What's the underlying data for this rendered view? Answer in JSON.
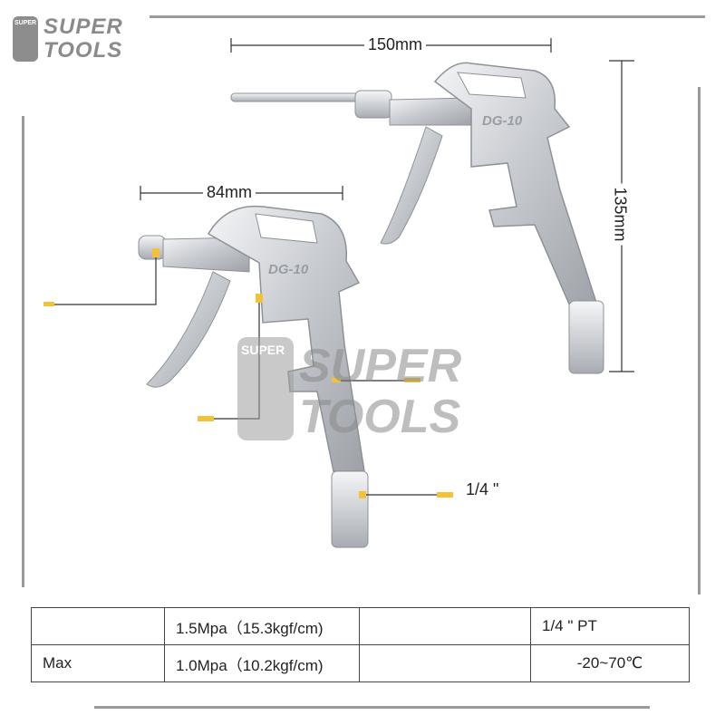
{
  "logo": {
    "small": "SUPER",
    "line1": "SUPER",
    "line2": "TOOLS"
  },
  "watermark": {
    "small": "SUPER",
    "line1": "SUPER",
    "line2": "TOOLS"
  },
  "gun_large": {
    "model": "DG-10",
    "length": "150mm",
    "height": "135mm"
  },
  "gun_small": {
    "model": "DG-10",
    "length": "84mm",
    "thread_label": "1/4 \""
  },
  "spec_table": {
    "rows": [
      {
        "c1": "",
        "c2": "1.5Mpa（15.3kgf/cm)",
        "c3": "",
        "c4": "1/4 \" PT"
      },
      {
        "c1": "Max",
        "c2": "1.0Mpa（10.2kgf/cm)",
        "c3": "",
        "c4": "-20~70℃"
      }
    ]
  },
  "colors": {
    "frame": "#9a9a9a",
    "metal": "#cfd2d6",
    "callout": "#f2c23a"
  }
}
